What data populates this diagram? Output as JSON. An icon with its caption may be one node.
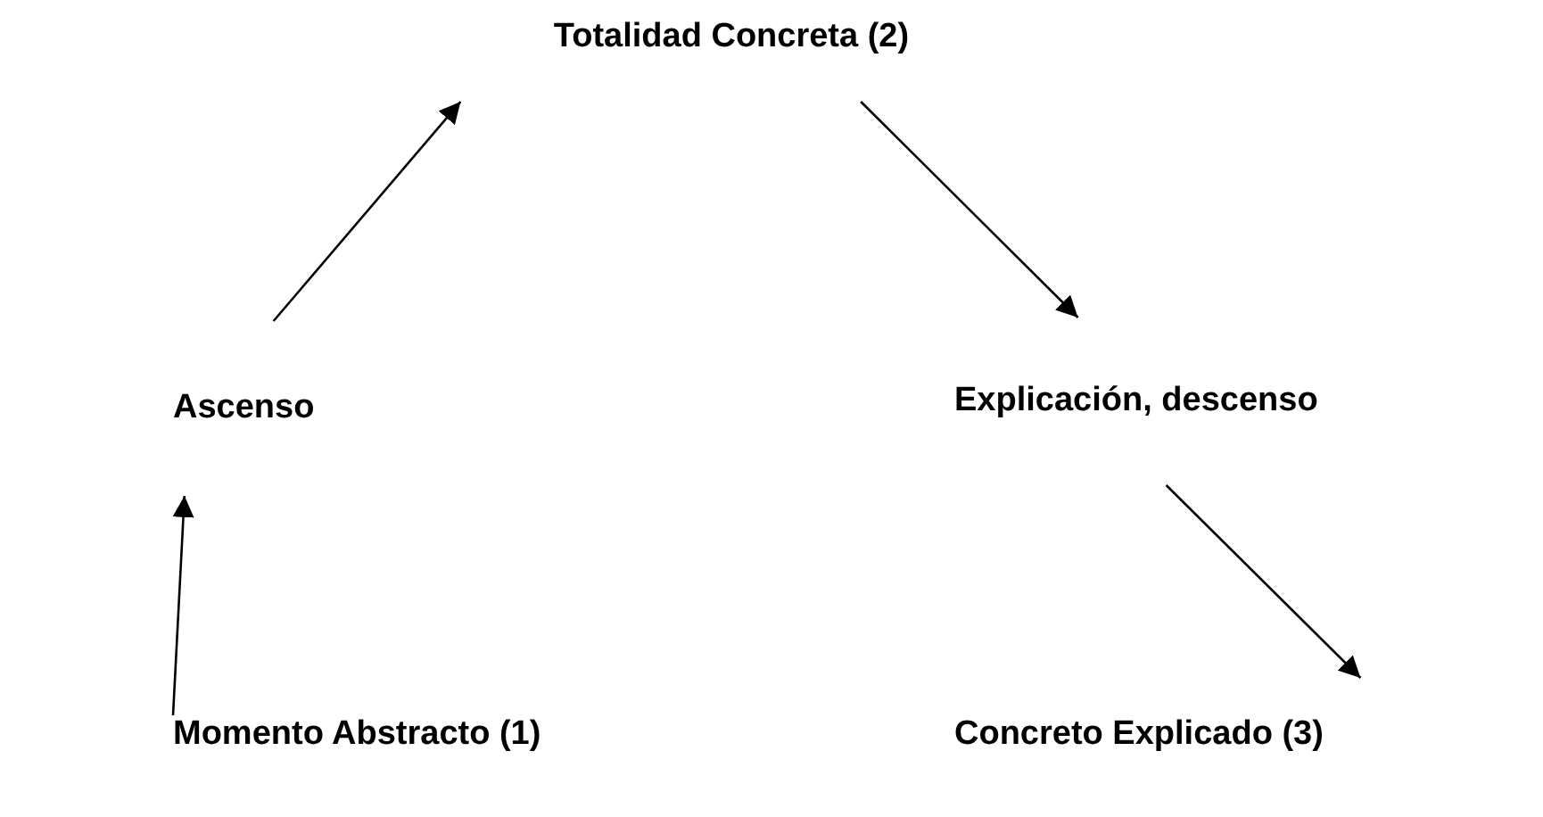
{
  "diagram": {
    "nodes": [
      {
        "text": [
          "Totalidad Concreta (2)"
        ]
      },
      {
        "text": [
          "Ascenso"
        ]
      },
      {
        "text": [
          "Explicación, descenso"
        ]
      },
      {
        "text": [
          "Momento Abstracto (1)"
        ]
      },
      {
        "text": [
          "Concreto Explicado (3)"
        ]
      }
    ],
    "edges": [
      {
        "from": 3,
        "to": 1,
        "arrow": "to"
      },
      {
        "from": 1,
        "to": 0,
        "arrow": "to"
      },
      {
        "from": 0,
        "to": 2,
        "arrow": "to"
      },
      {
        "from": 2,
        "to": 4,
        "arrow": "to"
      }
    ]
  }
}
